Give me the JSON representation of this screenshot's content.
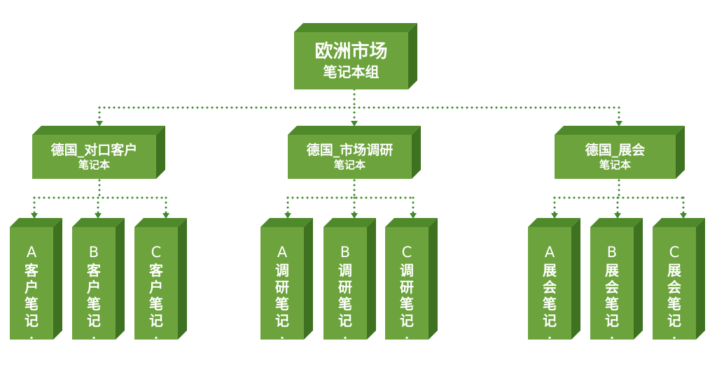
{
  "root": {
    "title": "欧洲市场",
    "subtitle": "笔记本组"
  },
  "groups": [
    {
      "title": "德国_对口客户",
      "subtitle": "笔记本",
      "children": [
        {
          "letter": "A",
          "text": [
            "客",
            "户",
            "笔",
            "记"
          ],
          "dot": "."
        },
        {
          "letter": "B",
          "text": [
            "客",
            "户",
            "笔",
            "记"
          ],
          "dot": "."
        },
        {
          "letter": "C",
          "text": [
            "客",
            "户",
            "笔",
            "记"
          ],
          "dot": "."
        }
      ]
    },
    {
      "title": "德国_市场调研",
      "subtitle": "笔记本",
      "children": [
        {
          "letter": "A",
          "text": [
            "调",
            "研",
            "笔",
            "记"
          ],
          "dot": "."
        },
        {
          "letter": "B",
          "text": [
            "调",
            "研",
            "笔",
            "记"
          ],
          "dot": "."
        },
        {
          "letter": "C",
          "text": [
            "调",
            "研",
            "笔",
            "记"
          ],
          "dot": "."
        }
      ]
    },
    {
      "title": "德国_展会",
      "subtitle": "笔记本",
      "children": [
        {
          "letter": "A",
          "text": [
            "展",
            "会",
            "笔",
            "记"
          ],
          "dot": "."
        },
        {
          "letter": "B",
          "text": [
            "展",
            "会",
            "笔",
            "记"
          ],
          "dot": "."
        },
        {
          "letter": "C",
          "text": [
            "展",
            "会",
            "笔",
            "记"
          ],
          "dot": "."
        }
      ]
    }
  ],
  "colors": {
    "front": "#6ca33d",
    "top": "#4f8a2a",
    "side": "#3e7220",
    "connector": "#3f8a2f"
  }
}
